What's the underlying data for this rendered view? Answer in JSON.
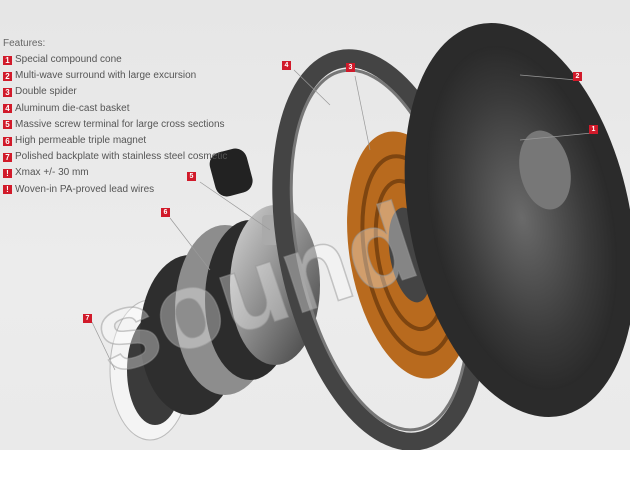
{
  "features": {
    "title": "Features:",
    "items": [
      {
        "badge": "1",
        "label": "Special compound cone"
      },
      {
        "badge": "2",
        "label": "Multi-wave surround with large excursion"
      },
      {
        "badge": "3",
        "label": "Double spider"
      },
      {
        "badge": "4",
        "label": "Aluminum die-cast basket"
      },
      {
        "badge": "5",
        "label": "Massive screw terminal for large cross sections"
      },
      {
        "badge": "6",
        "label": "High permeable triple magnet"
      },
      {
        "badge": "7",
        "label": "Polished backplate with stainless steel cosmetic"
      },
      {
        "badge": "!",
        "label": "Xmax +/- 30 mm"
      },
      {
        "badge": "!",
        "label": "Woven-in PA-proved lead wires"
      }
    ]
  },
  "callouts": {
    "c1": "1",
    "c2": "2",
    "c3": "3",
    "c4": "4",
    "c5": "5",
    "c6": "6",
    "c7": "7"
  },
  "watermark": "sound",
  "colors": {
    "accent": "#d11a2a",
    "spider": "#b86a1e"
  }
}
